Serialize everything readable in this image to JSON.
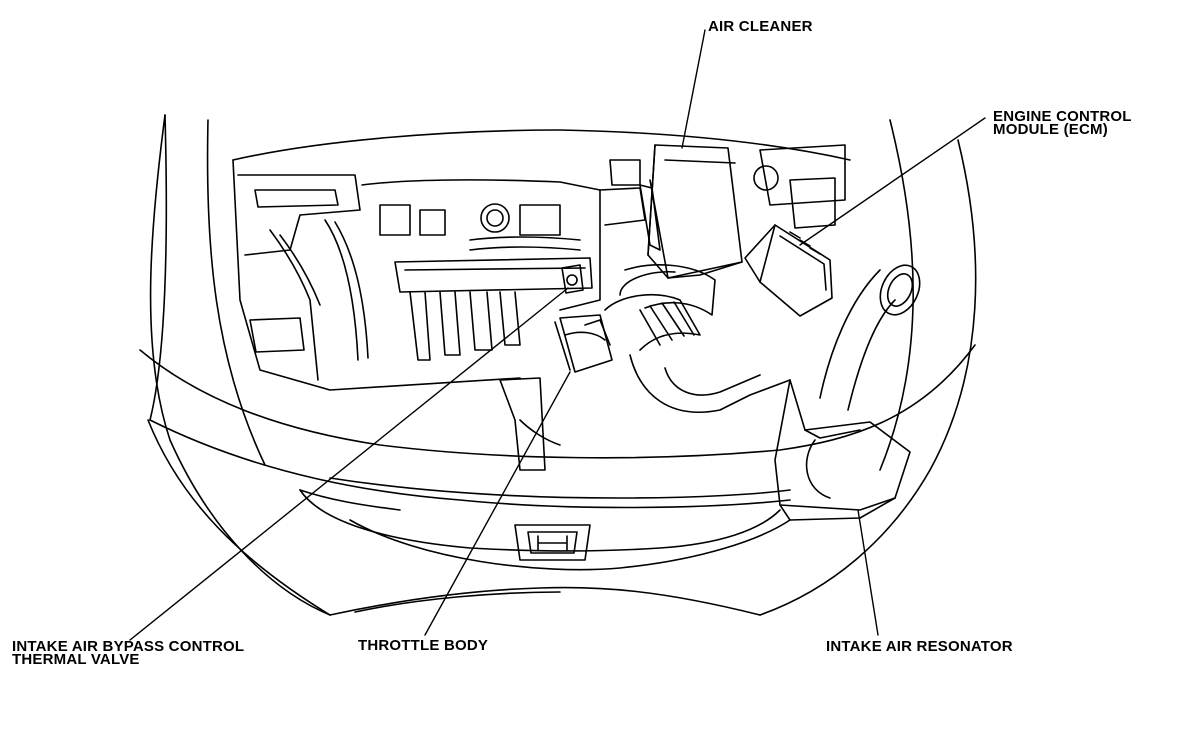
{
  "labels": {
    "air_cleaner": "AIR CLEANER",
    "ecm_line1": "ENGINE CONTROL",
    "ecm_line2": "MODULE (ECM)",
    "bypass_line1": "INTAKE AIR BYPASS CONTROL",
    "bypass_line2": "THERMAL VALVE",
    "throttle_body": "THROTTLE BODY",
    "resonator": "INTAKE AIR RESONATOR"
  },
  "colors": {
    "line": "#000000",
    "background": "#ffffff"
  }
}
